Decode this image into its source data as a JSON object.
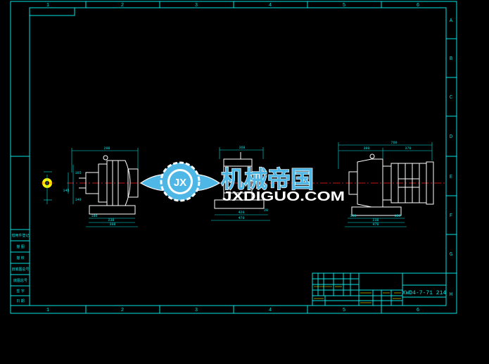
{
  "frame": {
    "col_labels": [
      "1",
      "2",
      "3",
      "4",
      "5",
      "6"
    ],
    "row_labels": [
      "A",
      "B",
      "C",
      "D",
      "E",
      "F",
      "G",
      "H"
    ]
  },
  "left_panel": {
    "rows": [
      "借用件登记",
      "描 图",
      "描 校",
      "旧底图总号",
      "底图总号",
      "签 字",
      "日 期"
    ]
  },
  "title_block": {
    "drawing_no": "XWD4-7-71 214"
  },
  "watermark": {
    "line1": "机械帝国",
    "line2": "JXDIGUO.COM",
    "emblem": "JX"
  },
  "dims": {
    "v1_top": "298",
    "v1_a": "180",
    "v1_b": "238",
    "v1_c": "308",
    "v1_left": "165",
    "v1_small": "140",
    "v1_h": "145",
    "v2_top": "368",
    "v2_a": "420",
    "v2_b": "470",
    "v2_c": "20",
    "v3_total": "760",
    "v3_a": "390",
    "v3_b": "370",
    "v3_c": "308",
    "v3_d": "180",
    "v3_e": "238",
    "v3_f": "470"
  },
  "colors": {
    "frame": "#00e5e5",
    "outline": "#ffffff",
    "centerline": "#ff2020",
    "dims": "#00e5e5",
    "accent_yellow": "#ffee00",
    "watermark_blue": "#4fb7e6",
    "watermark_white": "#ffffff"
  }
}
